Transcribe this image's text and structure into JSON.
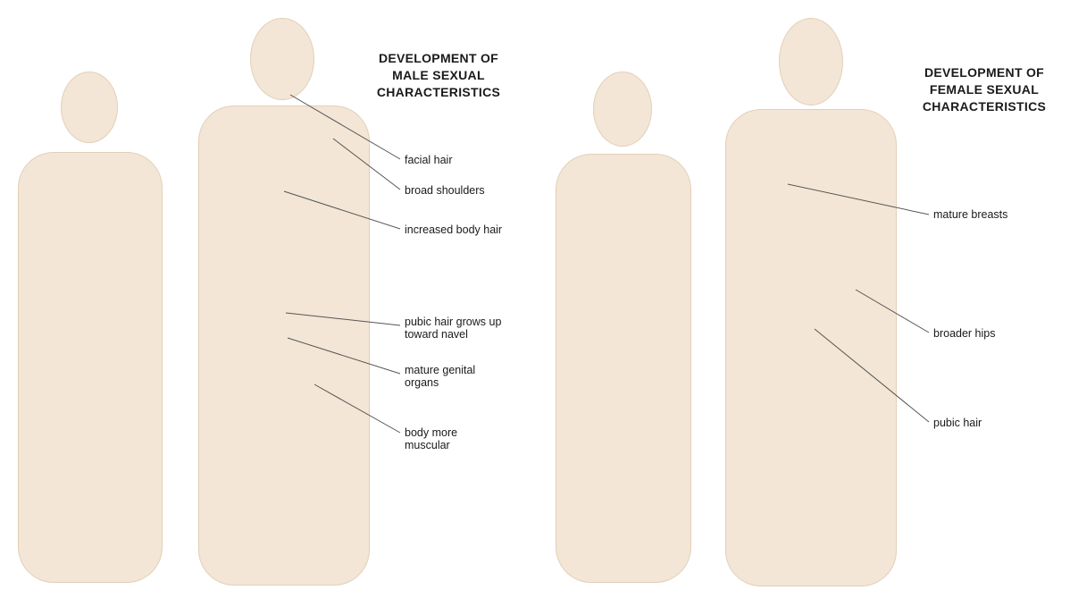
{
  "male": {
    "heading_line1": "DEVELOPMENT OF",
    "heading_line2": "MALE SEXUAL",
    "heading_line3": "CHARACTERISTICS",
    "labels": {
      "facial_hair": "facial hair",
      "broad_shoulders": "broad shoulders",
      "increased_body_hair": "increased body hair",
      "pubic_hair_line1": "pubic hair grows up",
      "pubic_hair_line2": "toward navel",
      "genital_line1": "mature genital",
      "genital_line2": "organs",
      "muscular_line1": "body more",
      "muscular_line2": "muscular"
    }
  },
  "female": {
    "heading_line1": "DEVELOPMENT OF",
    "heading_line2": "FEMALE SEXUAL",
    "heading_line3": "CHARACTERISTICS",
    "labels": {
      "mature_breasts": "mature breasts",
      "broader_hips": "broader hips",
      "pubic_hair": "pubic hair"
    }
  },
  "colors": {
    "figure_fill": "#f3e6d6",
    "leader_line": "#555555"
  }
}
